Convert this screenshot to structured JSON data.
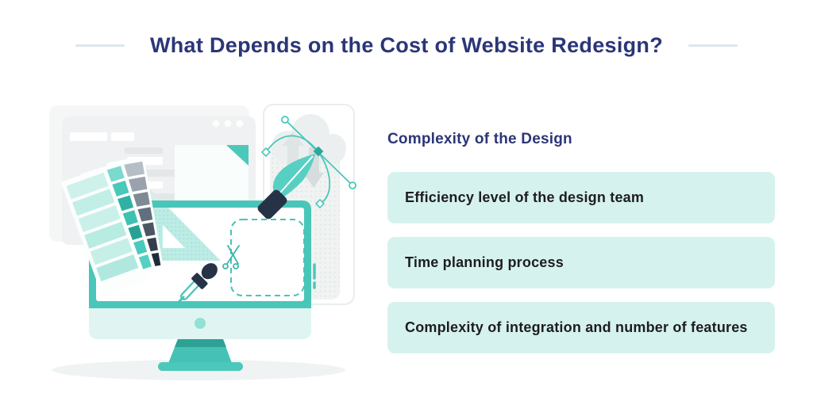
{
  "header": {
    "title": "What Depends on the Cost of Website Redesign?"
  },
  "main": {
    "heading": "Complexity of the Design",
    "boxes": [
      {
        "label": "Efficiency level of the design team"
      },
      {
        "label": "Time planning process"
      },
      {
        "label": "Complexity of integration and number of features"
      }
    ]
  },
  "illustration": {
    "icons": [
      "browser-window-icon",
      "cloud-icon",
      "document-icon",
      "color-swatches-icon",
      "triangle-ruler-icon",
      "monitor-icon",
      "marquee-selection-icon",
      "scissors-icon",
      "eyedropper-icon",
      "bezier-curve-icon",
      "pen-tool-icon"
    ]
  },
  "colors": {
    "accent_teal": "#49C6B9",
    "dark_teal": "#2FA99B",
    "mint_box": "#D6F2EE",
    "mint_light": "#E0F5F1",
    "heading_navy": "#2B3677",
    "box_text": "#1D1D1F",
    "divider": "#DBE7EC",
    "ink_navy": "#263346",
    "background_gray": "#F0F2F3"
  }
}
